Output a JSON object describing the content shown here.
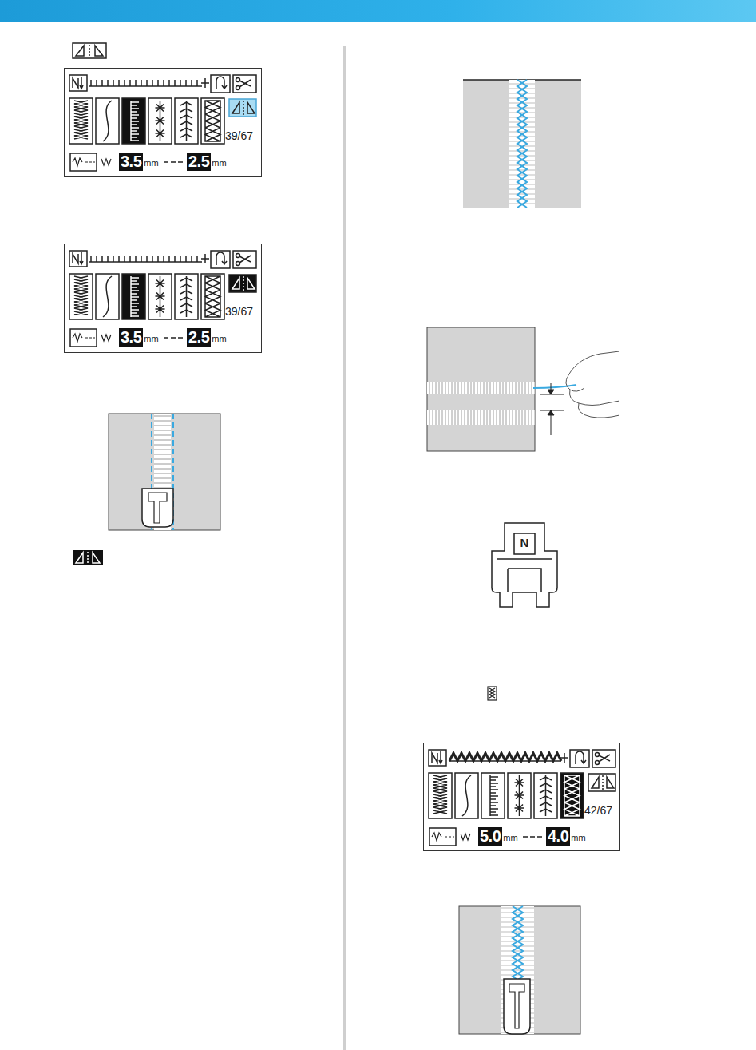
{
  "diagram": {
    "nodes": [
      {
        "text": [
          "39/67"
        ]
      },
      {
        "text": [
          "3.5"
        ],
        "in": 0
      },
      {
        "text": [
          "2.5"
        ],
        "in": 0
      },
      {
        "text": [
          "39/67"
        ]
      },
      {
        "text": [
          "3.5"
        ],
        "in": 3
      },
      {
        "text": [
          "2.5"
        ],
        "in": 3
      },
      {
        "text": [
          "42/67"
        ]
      },
      {
        "text": [
          "5.0"
        ],
        "in": 6
      },
      {
        "text": [
          "4.0"
        ],
        "in": 6
      }
    ],
    "labels": [
      "mm",
      "mm",
      "mm",
      "mm",
      "mm",
      "mm",
      "N"
    ]
  }
}
